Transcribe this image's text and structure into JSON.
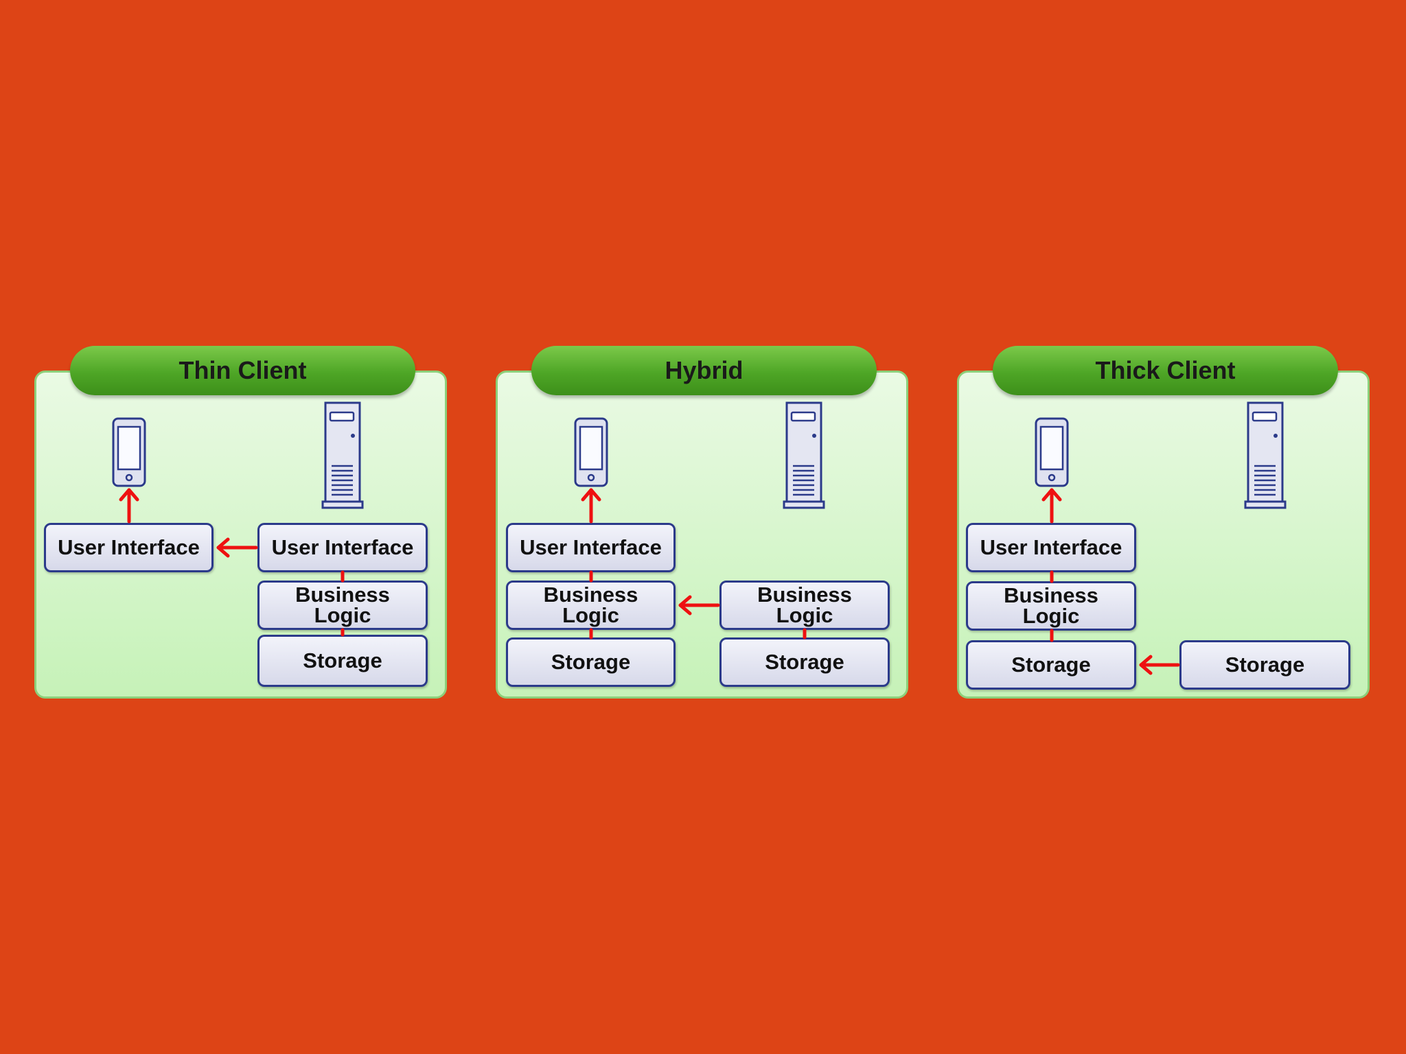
{
  "panels": [
    {
      "title": "Thin Client",
      "client": {
        "ui": "User Interface"
      },
      "server": {
        "ui": "User Interface",
        "logic": "Business\nLogic",
        "storage": "Storage"
      }
    },
    {
      "title": "Hybrid",
      "client": {
        "ui": "User Interface",
        "logic": "Business\nLogic",
        "storage": "Storage"
      },
      "server": {
        "logic": "Business\nLogic",
        "storage": "Storage"
      }
    },
    {
      "title": "Thick Client",
      "client": {
        "ui": "User Interface",
        "logic": "Business\nLogic",
        "storage": "Storage"
      },
      "server": {
        "storage": "Storage"
      }
    }
  ],
  "icons": {
    "client": "mobile-phone-icon",
    "server": "server-tower-icon"
  },
  "colors": {
    "background": "#dd4416",
    "panel": "#d4f5c8",
    "header": "#4ea626",
    "box_border": "#2b3a8a",
    "arrow": "#ee1111"
  }
}
